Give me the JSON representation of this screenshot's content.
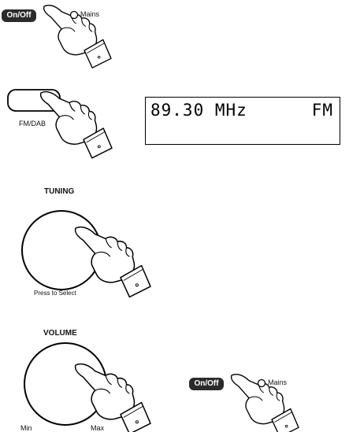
{
  "step1": {
    "button_label": "On/Off",
    "indicator_label": "Mains"
  },
  "step2": {
    "button_label": "FM/DAB"
  },
  "display": {
    "frequency": "89.30 MHz",
    "band": "FM"
  },
  "tuning": {
    "title": "TUNING",
    "caption": "Press to Select"
  },
  "volume": {
    "title": "VOLUME",
    "min_label": "Min",
    "max_label": "Max"
  },
  "step5": {
    "button_label": "On/Off",
    "indicator_label": "Mains"
  }
}
